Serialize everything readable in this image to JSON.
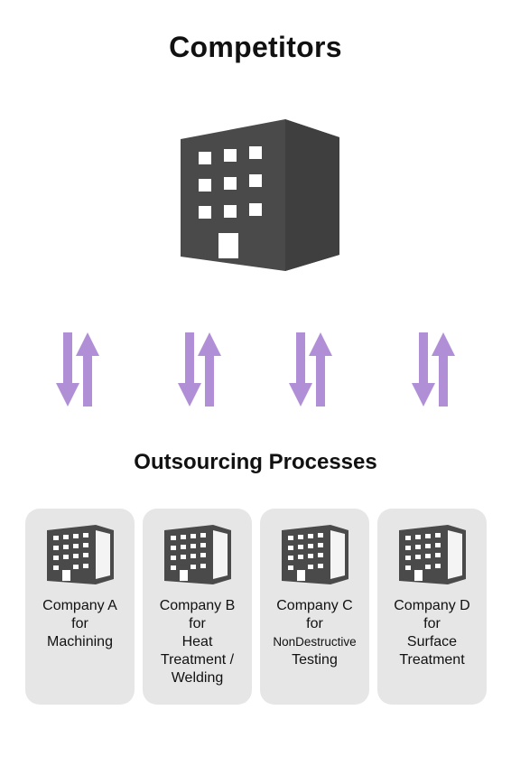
{
  "title": "Competitors",
  "section_heading": "Outsourcing Processes",
  "colors": {
    "building": "#4a4a4a",
    "arrow": "#b08fd6",
    "card_background": "#e6e6e6"
  },
  "icons": {
    "main": "building-icon",
    "arrows": "bidirectional-arrows-icon",
    "card": "office-building-icon"
  },
  "companies": [
    {
      "name": "Company A",
      "line2": "for",
      "line3": "Machining",
      "line4": "",
      "line5": ""
    },
    {
      "name": "Company B",
      "line2": "for",
      "line3": "Heat",
      "line4": "Treatment /",
      "line5": "Welding"
    },
    {
      "name": "Company C",
      "line2": "for",
      "line3": "NonDestructive",
      "line4": "Testing",
      "line5": ""
    },
    {
      "name": "Company D",
      "line2": "for",
      "line3": "Surface",
      "line4": "Treatment",
      "line5": ""
    }
  ]
}
